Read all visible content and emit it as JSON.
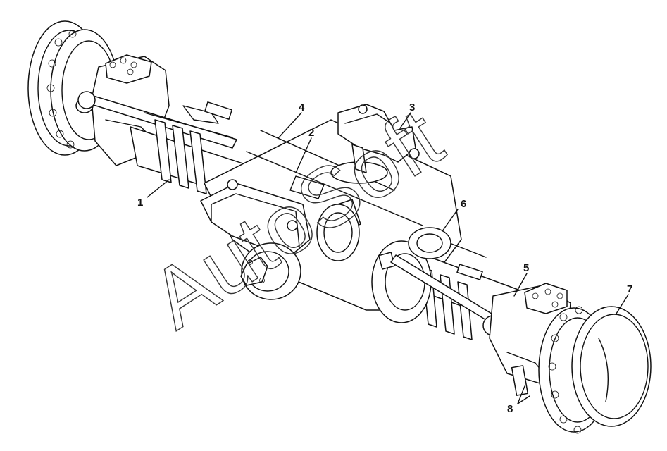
{
  "diagram": {
    "watermark": "AutoSoft",
    "callouts": [
      {
        "id": "1",
        "label": "1"
      },
      {
        "id": "2",
        "label": "2"
      },
      {
        "id": "3",
        "label": "3"
      },
      {
        "id": "4",
        "label": "4"
      },
      {
        "id": "5",
        "label": "5"
      },
      {
        "id": "6",
        "label": "6"
      },
      {
        "id": "7",
        "label": "7"
      },
      {
        "id": "8",
        "label": "8"
      }
    ]
  }
}
